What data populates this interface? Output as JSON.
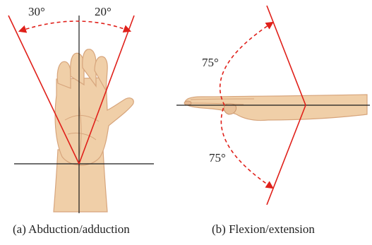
{
  "panels": [
    {
      "caption": "(a) Abduction/adduction",
      "angles": {
        "left": "30°",
        "right": "20°"
      }
    },
    {
      "caption": "(b) Flexion/extension",
      "angles": {
        "upper": "75°",
        "lower": "75°"
      }
    }
  ],
  "colors": {
    "angle_line": "#e0201a",
    "axis_line": "#1a1a1a",
    "skin": "#f0cfa8",
    "skin_shadow": "#d7a57c",
    "text": "#222222"
  },
  "icons": [
    "open-hand-illustration",
    "side-view-hand-illustration"
  ]
}
